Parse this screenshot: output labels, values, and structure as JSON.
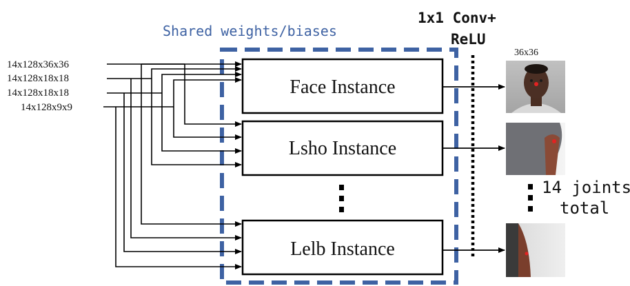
{
  "shared_label": "Shared weights/biases",
  "conv_label_line1": "1x1 Conv+",
  "conv_label_line2": "ReLU",
  "inputs": [
    "14x128x36x36",
    "14x128x18x18",
    "14x128x18x18",
    "14x128x9x9"
  ],
  "instances": [
    "Face Instance",
    "Lsho Instance",
    "Lelb Instance"
  ],
  "output_size_label": "36x36",
  "joints_label_line1": "14 joints",
  "joints_label_line2": "total",
  "outputs": [
    {
      "name": "face-heatmap",
      "description_icon": "face-image"
    },
    {
      "name": "shoulder-heatmap",
      "description_icon": "shoulder-image"
    },
    {
      "name": "elbow-heatmap",
      "description_icon": "elbow-image"
    }
  ],
  "colors": {
    "dashed_border": "#3e62a3",
    "shared_text": "#3e62a3",
    "line": "#000000"
  }
}
